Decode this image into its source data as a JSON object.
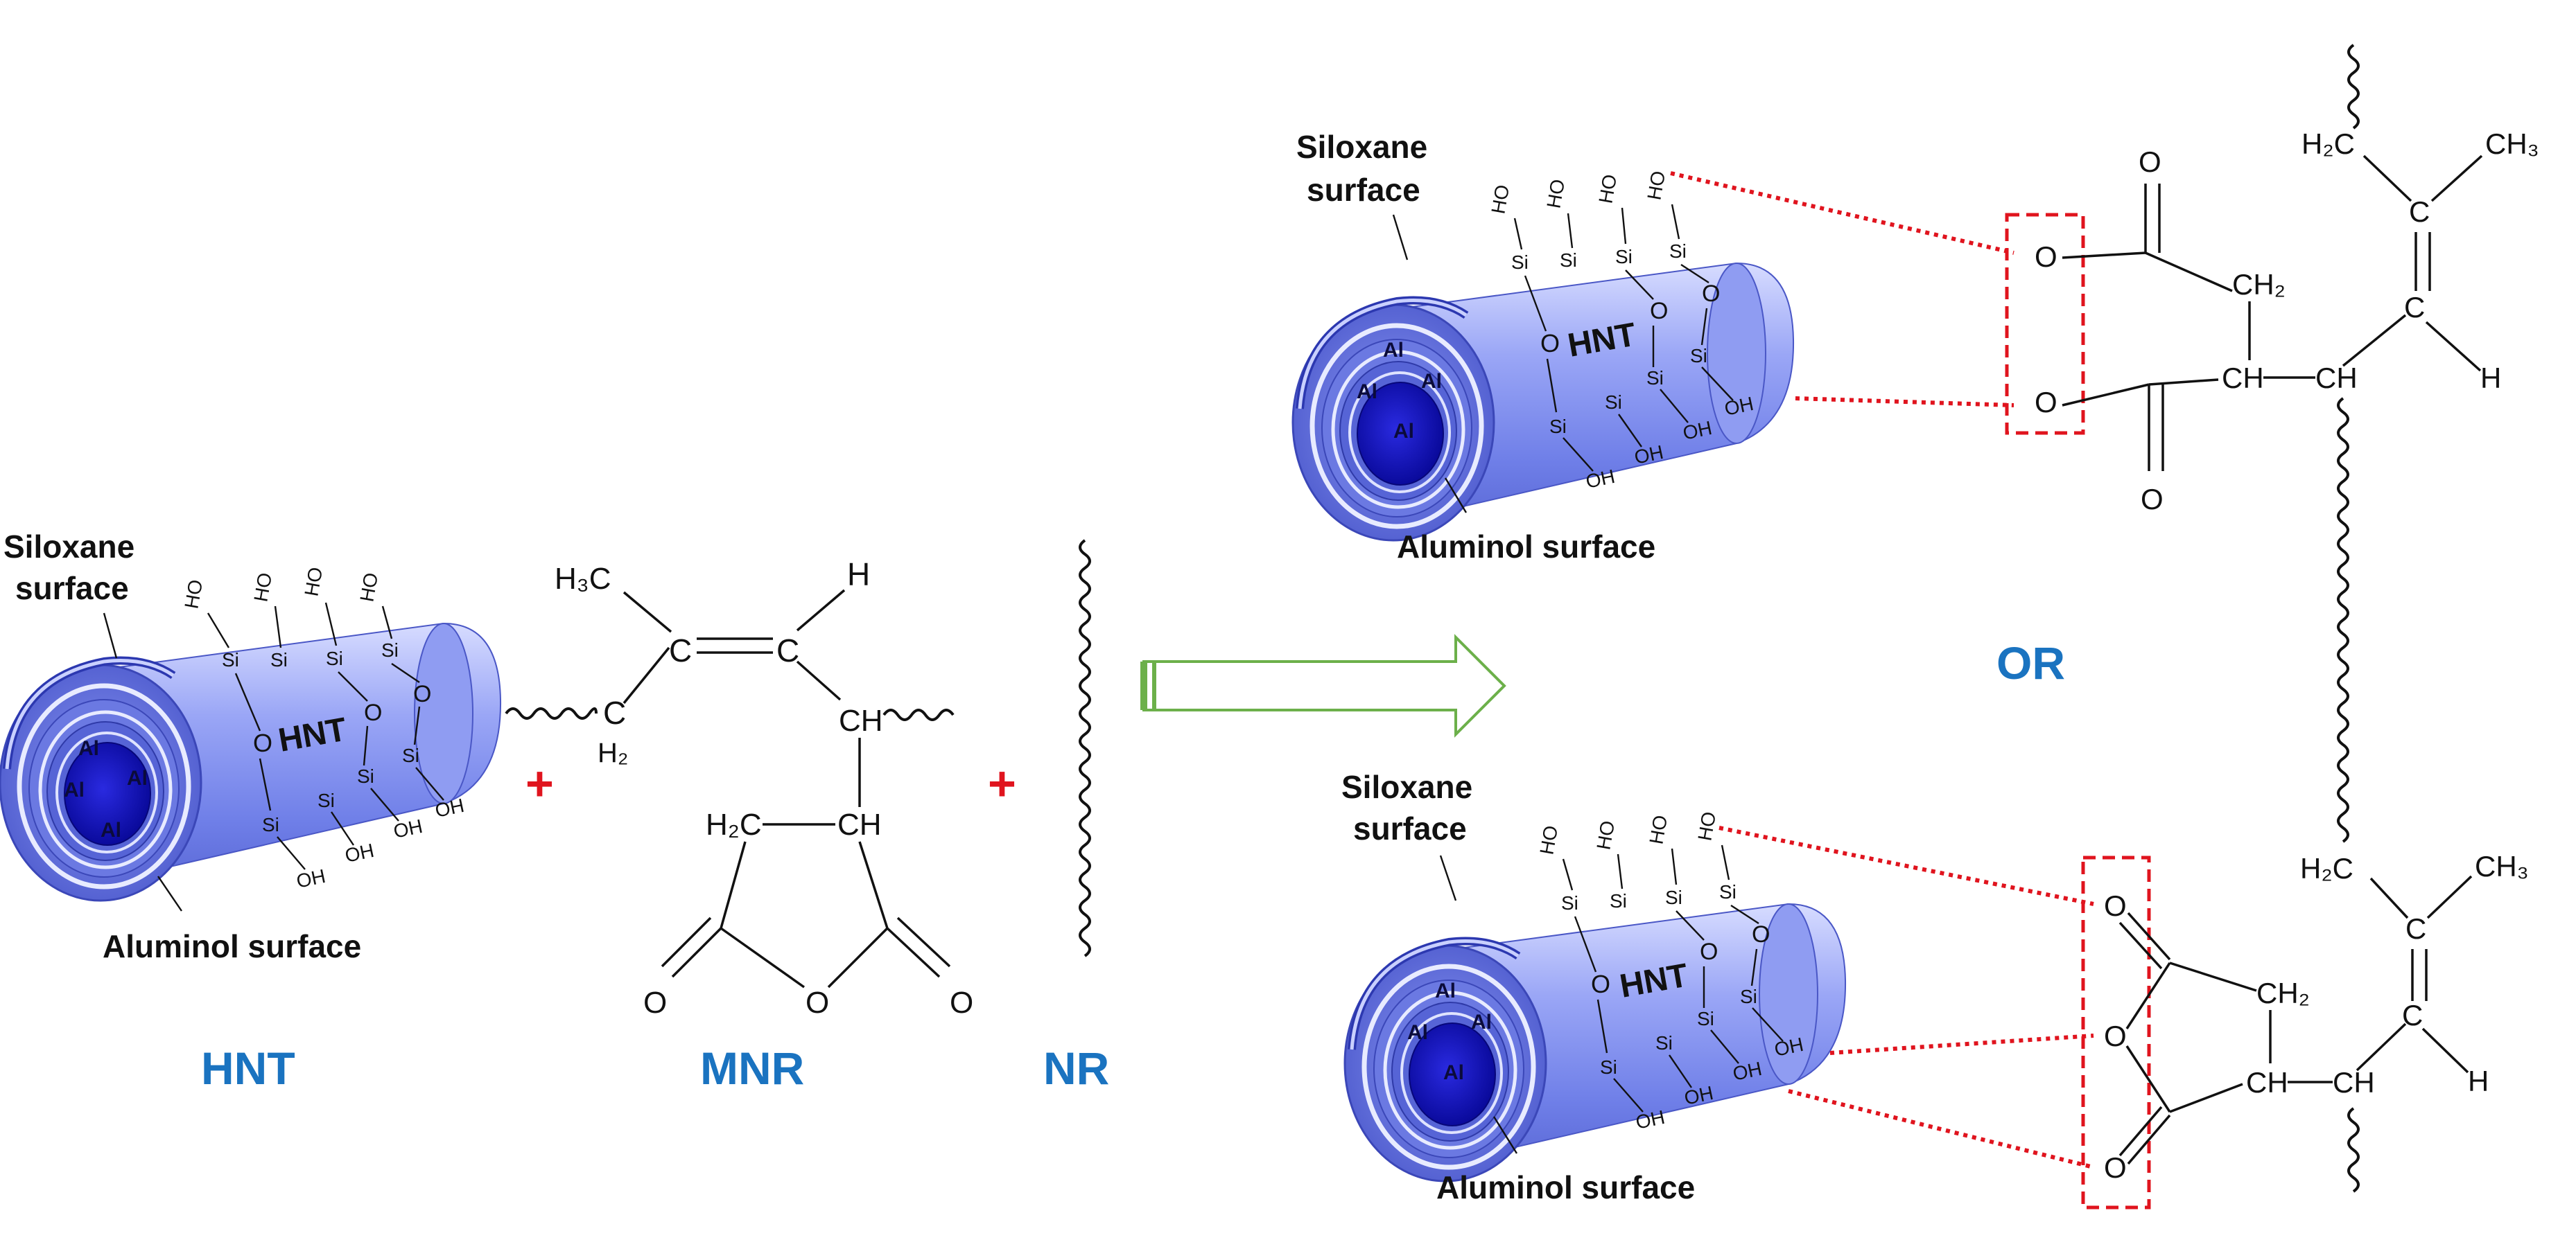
{
  "labels": {
    "hnt": "HNT",
    "mnr": "MNR",
    "nr": "NR",
    "or": "OR",
    "plus": "+",
    "siloxane_line1": "Siloxane",
    "siloxane_line2": "surface",
    "aluminol": "Aluminol surface",
    "hnt_tube": "HNT",
    "al": "Al"
  },
  "chem": {
    "H3C": "H₃C",
    "H2C": "H₂C",
    "H2": "H₂",
    "CH2": "CH₂",
    "CH3": "CH₃",
    "C": "C",
    "H": "H",
    "CH": "CH",
    "O": "O",
    "Si": "Si",
    "OH": "OH",
    "HO": "HO"
  },
  "colors": {
    "label_blue": "#1a73c0",
    "plus_red": "#e0141e",
    "tube_blue": "#7f8ff0",
    "core_blue": "#1414c8",
    "arrow_green": "#6cb04a"
  }
}
